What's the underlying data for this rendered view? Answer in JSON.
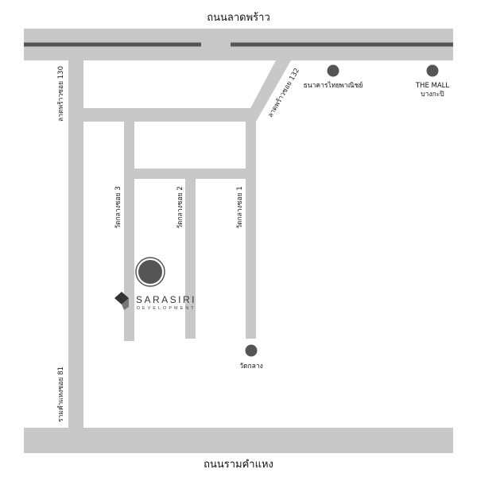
{
  "streets": {
    "top": "ถนนลาดพร้าว",
    "bottom": "ถนนรามคำแหง"
  },
  "roads": {
    "lat_phrao_130": "ลาดพร้าวซอย 130",
    "lat_phrao_132": "ลาดพร้าวซอย 132",
    "ramkhamhaeng_81": "รามคำแหงซอย 81",
    "wat_klang_1": "วัดกลางซอย 1",
    "wat_klang_2": "วัดกลางซอย 2",
    "wat_klang_3": "วัดกลางซอย 3"
  },
  "pois": {
    "bank": "ธนาคารไทยพาณิชย์",
    "mall_line1": "THE MALL",
    "mall_line2": "บางกะปิ",
    "temple": "วัดกลาง"
  },
  "brand": {
    "name": "SARASIRI",
    "sub": "DEVELOPMENT"
  },
  "colors": {
    "road": "#c8c8c8",
    "main_line": "#555555",
    "marker": "#555555",
    "brand_dark": "#333333"
  }
}
